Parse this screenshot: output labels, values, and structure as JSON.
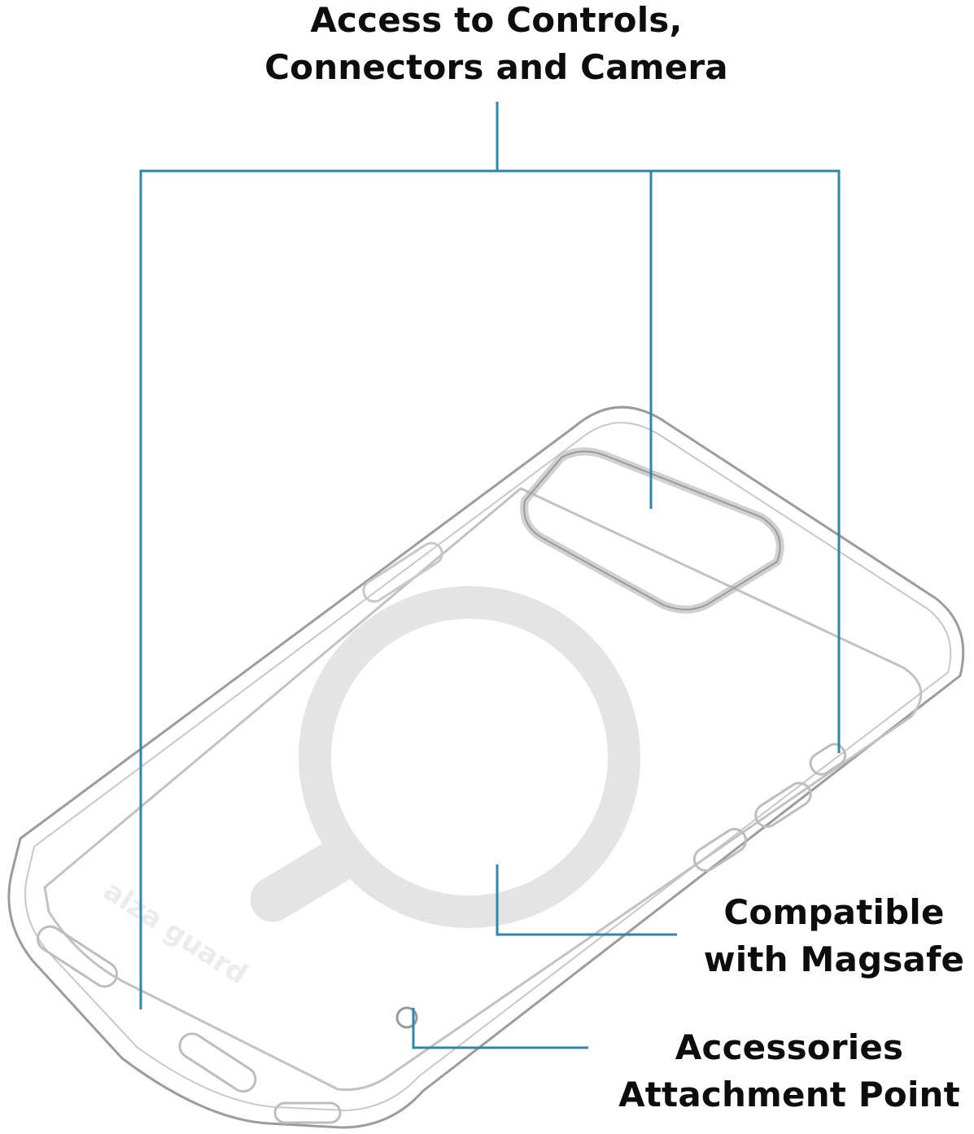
{
  "labels": {
    "controls": {
      "line1": "Access to Controls,",
      "line2": "Connectors and Camera"
    },
    "magsafe": {
      "line1": "Compatible",
      "line2": "with Magsafe"
    },
    "attachment": {
      "line1": "Accessories",
      "line2": "Attachment Point"
    }
  },
  "brand_mark": "alza guard",
  "colors": {
    "callout_line": "#2e86ab",
    "case_outline": "#b9b9b9",
    "magsafe_ring": "#e4e4e4"
  }
}
